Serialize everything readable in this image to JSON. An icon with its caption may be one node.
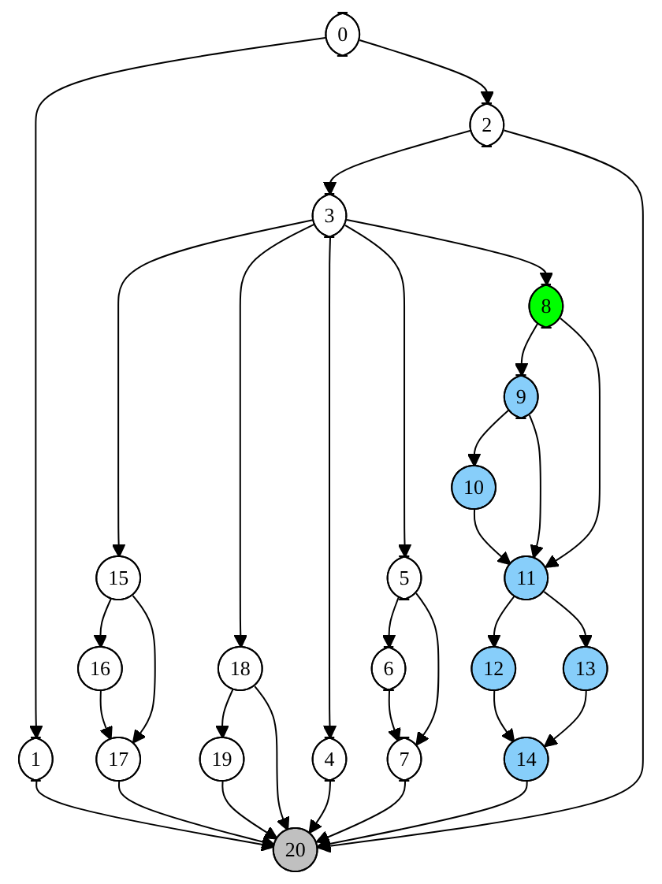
{
  "diagram": {
    "nodes": [
      {
        "text": [
          "0"
        ]
      },
      {
        "text": [
          "1"
        ]
      },
      {
        "text": [
          "2"
        ]
      },
      {
        "text": [
          "3"
        ]
      },
      {
        "text": [
          "4"
        ]
      },
      {
        "text": [
          "5"
        ]
      },
      {
        "text": [
          "6"
        ]
      },
      {
        "text": [
          "7"
        ]
      },
      {
        "text": [
          "8"
        ]
      },
      {
        "text": [
          "9"
        ]
      },
      {
        "text": [
          "10"
        ]
      },
      {
        "text": [
          "11"
        ]
      },
      {
        "text": [
          "12"
        ]
      },
      {
        "text": [
          "13"
        ]
      },
      {
        "text": [
          "14"
        ]
      },
      {
        "text": [
          "15"
        ]
      },
      {
        "text": [
          "16"
        ]
      },
      {
        "text": [
          "17"
        ]
      },
      {
        "text": [
          "18"
        ]
      },
      {
        "text": [
          "19"
        ]
      },
      {
        "text": [
          "20"
        ]
      }
    ],
    "edges": [
      {
        "from": 0,
        "to": 1,
        "arrow": "to"
      },
      {
        "from": 0,
        "to": 2,
        "arrow": "to"
      },
      {
        "from": 2,
        "to": 3,
        "arrow": "to"
      },
      {
        "from": 2,
        "to": 20,
        "arrow": "to"
      },
      {
        "from": 1,
        "to": 20,
        "arrow": "to"
      },
      {
        "from": 3,
        "to": 15,
        "arrow": "to"
      },
      {
        "from": 3,
        "to": 18,
        "arrow": "to"
      },
      {
        "from": 3,
        "to": 4,
        "arrow": "to"
      },
      {
        "from": 3,
        "to": 5,
        "arrow": "to"
      },
      {
        "from": 3,
        "to": 8,
        "arrow": "to"
      },
      {
        "from": 15,
        "to": 16,
        "arrow": "to"
      },
      {
        "from": 15,
        "to": 17,
        "arrow": "to"
      },
      {
        "from": 16,
        "to": 17,
        "arrow": "to"
      },
      {
        "from": 17,
        "to": 20,
        "arrow": "to"
      },
      {
        "from": 5,
        "to": 6,
        "arrow": "to"
      },
      {
        "from": 5,
        "to": 7,
        "arrow": "to"
      },
      {
        "from": 6,
        "to": 7,
        "arrow": "to"
      },
      {
        "from": 7,
        "to": 20,
        "arrow": "to"
      },
      {
        "from": 4,
        "to": 20,
        "arrow": "to"
      },
      {
        "from": 18,
        "to": 19,
        "arrow": "to"
      },
      {
        "from": 18,
        "to": 20,
        "arrow": "to"
      },
      {
        "from": 19,
        "to": 20,
        "arrow": "to"
      },
      {
        "from": 8,
        "to": 9,
        "arrow": "to"
      },
      {
        "from": 8,
        "to": 11,
        "arrow": "to"
      },
      {
        "from": 9,
        "to": 10,
        "arrow": "to"
      },
      {
        "from": 9,
        "to": 11,
        "arrow": "to"
      },
      {
        "from": 10,
        "to": 11,
        "arrow": "to"
      },
      {
        "from": 11,
        "to": 12,
        "arrow": "to"
      },
      {
        "from": 11,
        "to": 13,
        "arrow": "to"
      },
      {
        "from": 12,
        "to": 14,
        "arrow": "to"
      },
      {
        "from": 13,
        "to": 14,
        "arrow": "to"
      },
      {
        "from": 14,
        "to": 20,
        "arrow": "to"
      }
    ]
  }
}
